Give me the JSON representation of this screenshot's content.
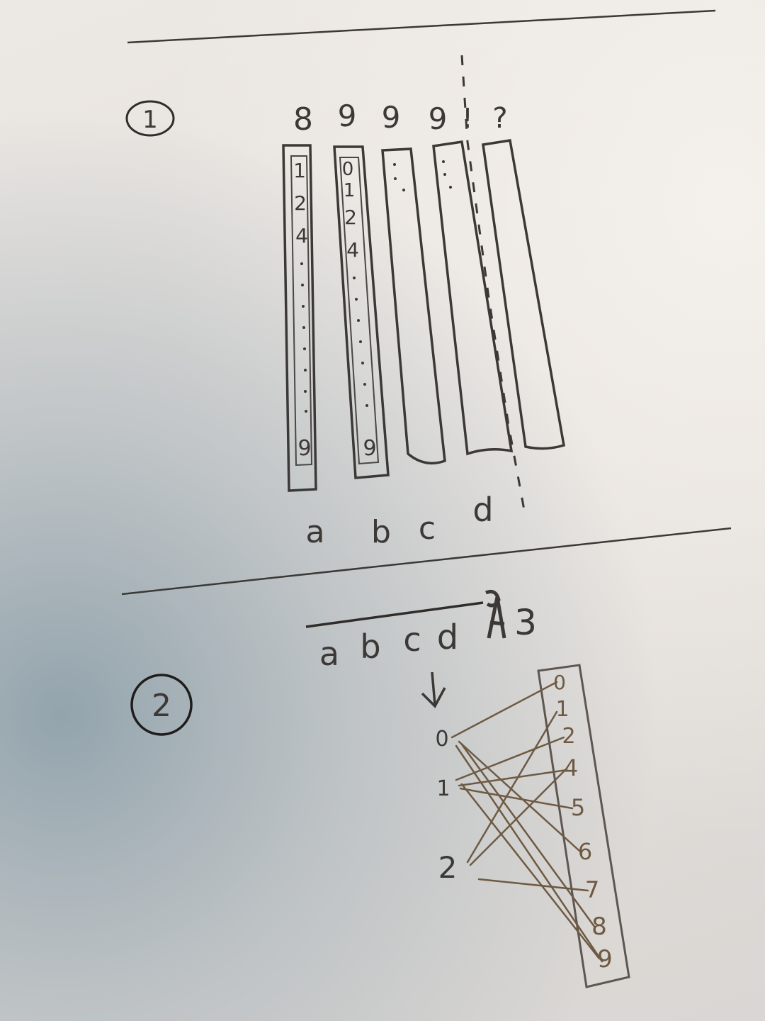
{
  "section1": {
    "marker": "1",
    "column_labels": [
      "8",
      "9",
      "9",
      "9",
      "?"
    ],
    "divider_mark": "!",
    "column_a": [
      "1",
      "2",
      "4",
      "9"
    ],
    "column_b": [
      "0",
      "1",
      "2",
      "4",
      "9"
    ],
    "bottom_letters": [
      "a",
      "b",
      "c",
      "d"
    ]
  },
  "section2": {
    "marker": "2",
    "header_letters": [
      "a",
      "b",
      "c",
      "d"
    ],
    "header_number": "3",
    "left_digits": [
      "0",
      "1",
      "2"
    ],
    "right_digits": [
      "0",
      "1",
      "2",
      "4",
      "5",
      "6",
      "7",
      "8",
      "9"
    ]
  },
  "colors": {
    "pencil": "#3b3836",
    "brown": "#6e5a43"
  }
}
